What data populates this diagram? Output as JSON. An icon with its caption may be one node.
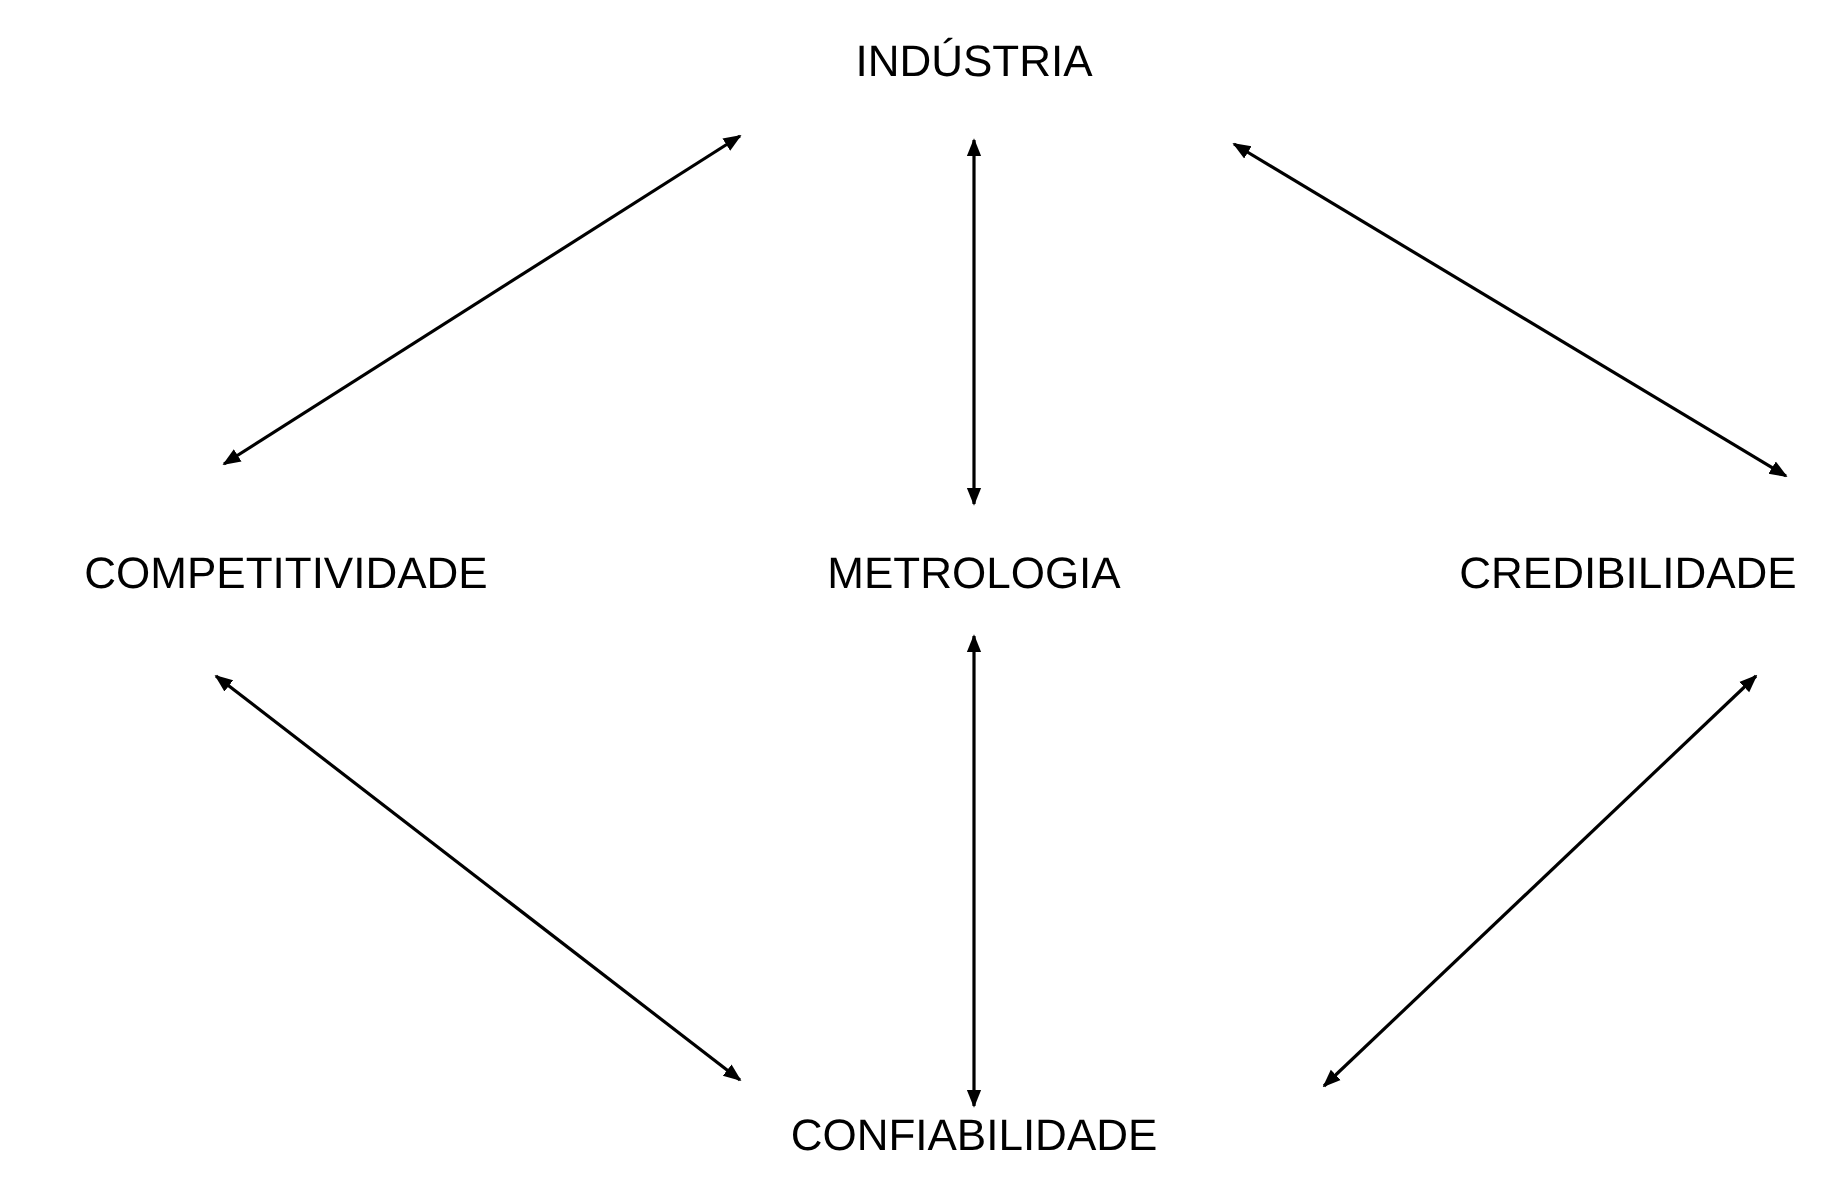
{
  "diagram": {
    "nodes": [
      {
        "text": [
          "INDÚSTRIA"
        ]
      },
      {
        "text": [
          "COMPETITIVIDADE"
        ]
      },
      {
        "text": [
          "METROLOGIA"
        ]
      },
      {
        "text": [
          "CREDIBILIDADE"
        ]
      },
      {
        "text": [
          "CONFIABILIDADE"
        ]
      }
    ],
    "edges": [
      {
        "from": 0,
        "to": 1,
        "arrow": "both"
      },
      {
        "from": 0,
        "to": 2,
        "arrow": "both"
      },
      {
        "from": 0,
        "to": 3,
        "arrow": "both"
      },
      {
        "from": 1,
        "to": 4,
        "arrow": "both"
      },
      {
        "from": 2,
        "to": 4,
        "arrow": "both"
      },
      {
        "from": 3,
        "to": 4,
        "arrow": "both"
      }
    ]
  }
}
